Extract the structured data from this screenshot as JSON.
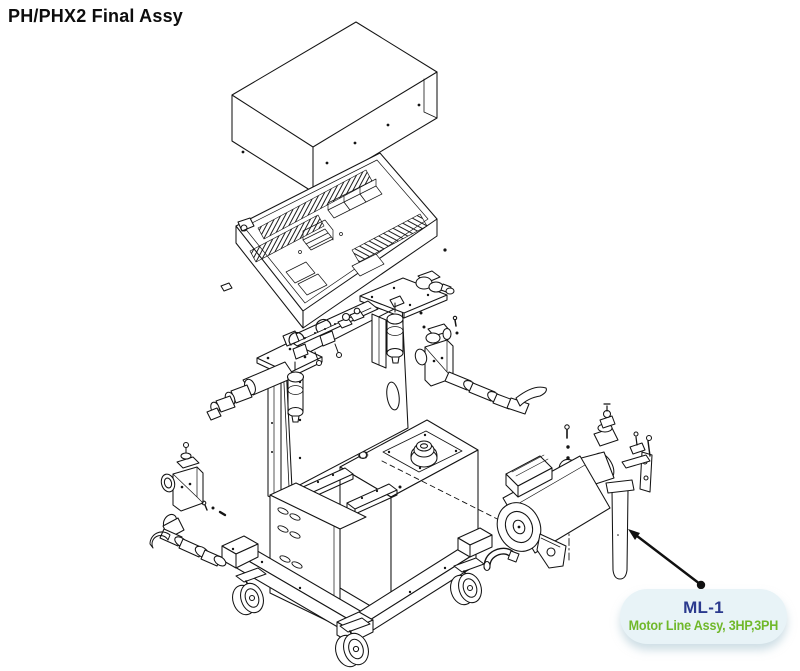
{
  "window": {
    "title": "PH/PHX2 Final Assy"
  },
  "callout": {
    "code": "ML-1",
    "description": "Motor Line Assy, 3HP,3PH"
  },
  "colors": {
    "line_art": "#141414",
    "callout_code": "#2b3a8e",
    "callout_description": "#70b82a",
    "callout_background": "#e8f3f7",
    "page_background": "#ffffff"
  }
}
